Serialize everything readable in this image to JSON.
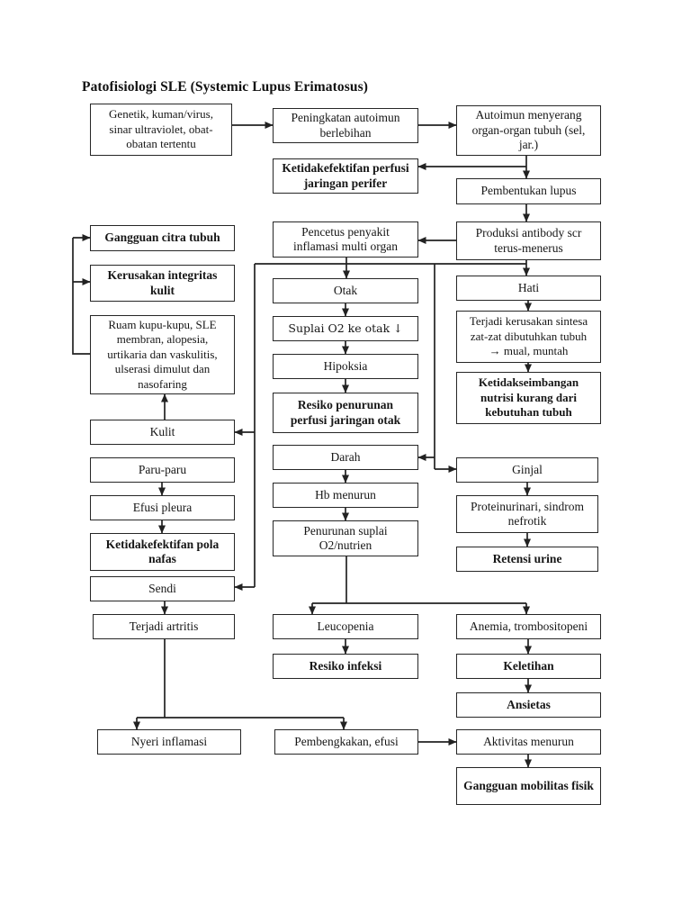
{
  "title": "Patofisiologi SLE (Systemic Lupus Erimatosus)",
  "colors": {
    "background": "#ffffff",
    "line": "#222222",
    "box_border": "#262626",
    "text": "#161616"
  },
  "nodes": {
    "genetik": "Genetik, kuman/virus, sinar ultraviolet, obat-obatan tertentu",
    "peningkatan_autoimun": "Peningkatan autoimun berlebihan",
    "autoimun_menyerang": "Autoimun menyerang organ-organ tubuh (sel, jar.)",
    "ketidakefektifan_perfusi_perifer": "Ketidakefektifan perfusi jaringan perifer",
    "pembentukan_lupus": "Pembentukan lupus",
    "pencetus_penyakit": "Pencetus penyakit inflamasi multi organ",
    "produksi_antibody": "Produksi antibody scr terus-menerus",
    "gangguan_citra_tubuh": "Gangguan citra tubuh",
    "kerusakan_integritas_kulit": "Kerusakan integritas kulit",
    "ruam_kupu_kupu": "Ruam kupu-kupu, SLE membran, alopesia, urtikaria dan vaskulitis, ulserasi dimulut dan nasofaring",
    "otak": "Otak",
    "hati": "Hati",
    "suplai_o2_ke_otak": "Suplai O2 ke otak ↓",
    "terjadi_kerusakan_sintesa": "Terjadi kerusakan sintesa zat-zat dibutuhkan tubuh → mual, muntah",
    "hipoksia": "Hipoksia",
    "ketidakseimbangan_nutrisi": "Ketidakseimbangan nutrisi kurang dari kebutuhan tubuh",
    "resiko_penurunan_perfusi_otak": "Resiko penurunan perfusi jaringan otak",
    "kulit": "Kulit",
    "darah": "Darah",
    "ginjal": "Ginjal",
    "paru_paru": "Paru-paru",
    "hb_menurun": "Hb menurun",
    "proteinurinari": "Proteinurinari, sindrom nefrotik",
    "efusi_pleura": "Efusi pleura",
    "penurunan_suplai": "Penurunan suplai O2/nutrien",
    "retensi_urine": "Retensi urine",
    "ketidakefektifan_pola_nafas": "Ketidakefektifan pola nafas",
    "sendi": "Sendi",
    "terjadi_artritis": "Terjadi artritis",
    "leucopenia": "Leucopenia",
    "anemia_trombositopeni": "Anemia, trombositopeni",
    "resiko_infeksi": "Resiko infeksi",
    "keletihan": "Keletihan",
    "ansietas": "Ansietas",
    "nyeri_inflamasi": "Nyeri inflamasi",
    "pembengkakan_efusi": "Pembengkakan, efusi",
    "aktivitas_menurun": "Aktivitas menurun",
    "gangguan_mobilitas_fisik": "Gangguan mobilitas fisik"
  }
}
